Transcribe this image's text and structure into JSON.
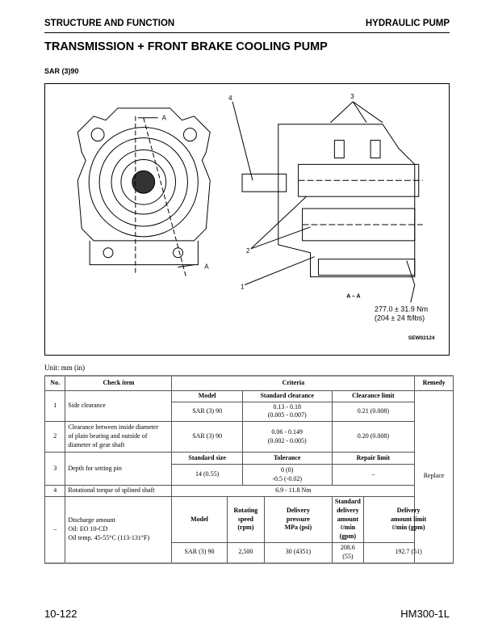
{
  "header": {
    "left": "STRUCTURE AND FUNCTION",
    "right": "HYDRAULIC PUMP"
  },
  "title": "TRANSMISSION + FRONT BRAKE COOLING PUMP",
  "subtitle": "SAR (3)90",
  "figure": {
    "section_mark": "A",
    "callouts": [
      "1",
      "2",
      "3",
      "4"
    ],
    "section_label": "A – A",
    "torque": "277.0 ± 31.9 Nm",
    "torque_imperial": "(204 ± 24 ft/lbs)",
    "figure_code": "SEW02124"
  },
  "table": {
    "unit": "Unit: mm (in)",
    "headers": {
      "no": "No.",
      "check_item": "Check item",
      "criteria": "Criteria",
      "remedy": "Remedy"
    },
    "remedy": "Replace",
    "rows": {
      "r1": {
        "no": "1",
        "item": "Side clearance",
        "h1": "Model",
        "h2": "Standard clearance",
        "h3": "Clearance limit",
        "model": "SAR (3) 90",
        "std1": "0.13 - 0.18",
        "std2": "(0.005 - 0.007)",
        "limit": "0.21 (0.008)"
      },
      "r2": {
        "no": "2",
        "item1": "Clearance between inside diameter",
        "item2": "of plain bearing and outside of",
        "item3": "diameter of gear shaft",
        "model": "SAR (3) 90",
        "std1": "0.06 - 0.149",
        "std2": "(0.002 - 0.005)",
        "limit": "0.20 (0.008)"
      },
      "r3": {
        "no": "3",
        "item": "Depth for setting pin",
        "h1": "Standard size",
        "h2": "Tolerance",
        "h3": "Repair limit",
        "size": "14 (0.55)",
        "tol1": "0 (0)",
        "tol2": "-0.5 (-0.02)",
        "limit": "–"
      },
      "r4": {
        "no": "4",
        "item": "Rotational torque of splined shaft",
        "value": "6.9 - 11.8 Nm"
      },
      "r5": {
        "no": "–",
        "item1": "Discharge amount",
        "item2": "Oil: EO 10-CD",
        "item3": "Oil temp. 45-55°C (113-131°F)",
        "h1": "Model",
        "h2a": "Rotating",
        "h2b": "speed",
        "h2c": "(rpm)",
        "h3a": "Delivery",
        "h3b": "pressure",
        "h3c": "MPa (psi)",
        "h4a": "Standard",
        "h4b": "delivery",
        "h4c": "amount",
        "h4d": "ℓ/min (gpm)",
        "h5a": "Delivery",
        "h5b": "amount limit",
        "h5c": "ℓ/min (gpm)",
        "model": "SAR (3) 90",
        "speed": "2,500",
        "pressure": "30 (4351)",
        "std": "208.6 (55)",
        "limit": "192.7 (51)"
      }
    }
  },
  "footer": {
    "page": "10-122",
    "model": "HM300-1L"
  }
}
